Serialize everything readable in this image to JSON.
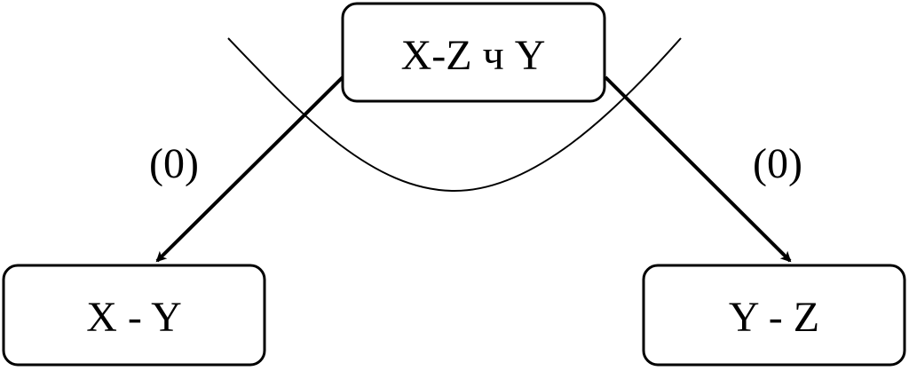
{
  "diagram": {
    "root": {
      "label": "X-Z ч Y"
    },
    "left_child": {
      "label": "X - Y"
    },
    "right_child": {
      "label": "Y - Z"
    },
    "edges": {
      "left_label": "(0)",
      "right_label": "(0)"
    }
  }
}
